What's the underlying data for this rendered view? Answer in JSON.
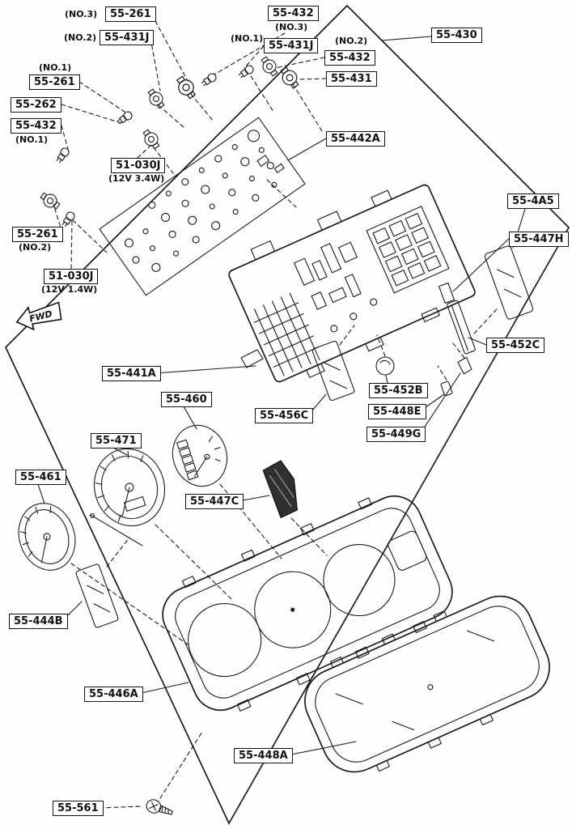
{
  "diagram": {
    "fwd_arrow_label": "FWD"
  },
  "labels": [
    {
      "part": "55-261",
      "note": "(NO.3)"
    },
    {
      "part": "55-432",
      "note": "(NO.3)"
    },
    {
      "part": "55-431J",
      "note": "(NO.2)"
    },
    {
      "part": "55-431J",
      "note": "(NO.1)"
    },
    {
      "part": "55-430",
      "note": ""
    },
    {
      "part": "55-432",
      "note": "(NO.2)"
    },
    {
      "part": "55-431",
      "note": ""
    },
    {
      "part": "55-261",
      "note": "(NO.1)"
    },
    {
      "part": "55-262",
      "note": ""
    },
    {
      "part": "55-432",
      "note": "(NO.1)"
    },
    {
      "part": "51-030J",
      "note": "(12V 3.4W)"
    },
    {
      "part": "55-442A",
      "note": ""
    },
    {
      "part": "55-4A5",
      "note": ""
    },
    {
      "part": "55-447H",
      "note": ""
    },
    {
      "part": "55-261",
      "note": "(NO.2)"
    },
    {
      "part": "51-030J",
      "note": "(12V 1.4W)"
    },
    {
      "part": "55-452C",
      "note": ""
    },
    {
      "part": "55-441A",
      "note": ""
    },
    {
      "part": "55-460",
      "note": ""
    },
    {
      "part": "55-452B",
      "note": ""
    },
    {
      "part": "55-456C",
      "note": ""
    },
    {
      "part": "55-448E",
      "note": ""
    },
    {
      "part": "55-449G",
      "note": ""
    },
    {
      "part": "55-471",
      "note": ""
    },
    {
      "part": "55-461",
      "note": ""
    },
    {
      "part": "55-447C",
      "note": ""
    },
    {
      "part": "55-444B",
      "note": ""
    },
    {
      "part": "55-446A",
      "note": ""
    },
    {
      "part": "55-448A",
      "note": ""
    },
    {
      "part": "55-561",
      "note": ""
    }
  ]
}
